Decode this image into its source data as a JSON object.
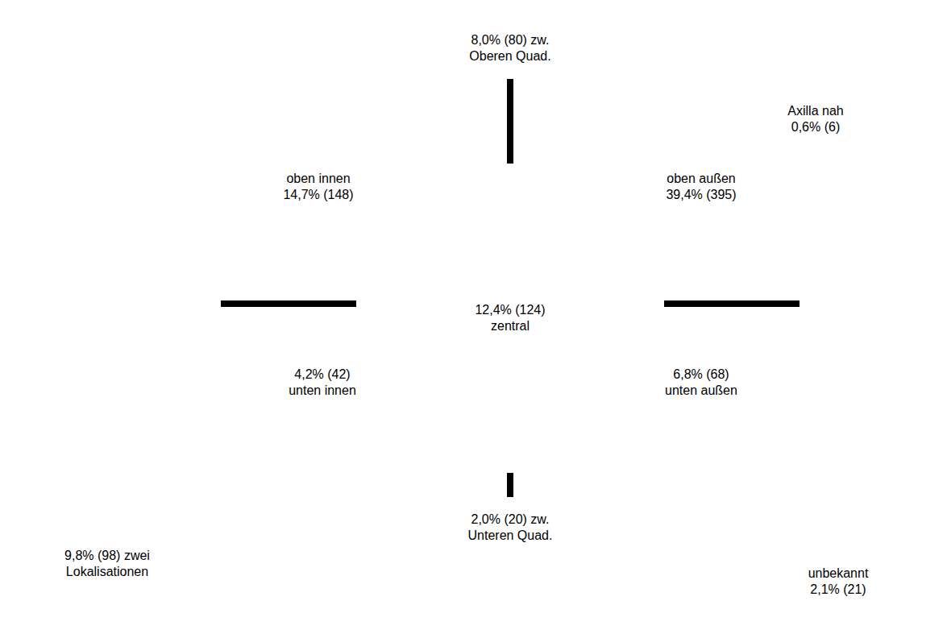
{
  "diagram": {
    "nodes": [
      {
        "text": [
          "oben innen 14,7% (148)",
          "oben außen 39,4% (395)",
          "4,2% (42) unten innen",
          "6,8% (68) unten außen"
        ]
      },
      {
        "text": [
          "8,0% (80) zw. Oberen Quad."
        ],
        "in": 0
      },
      {
        "text": [
          "Axilla nah 0,6% (6)"
        ]
      },
      {
        "text": [
          "12,4% (124) zentral"
        ],
        "in": 0
      },
      {
        "text": [
          "9,8% (98) zwei Lokalisationen"
        ]
      },
      {
        "text": [
          "2,0% (20) zw. Unteren Quad."
        ],
        "in": 0
      },
      {
        "text": [
          "unbekannt 2,1% (21)"
        ]
      }
    ],
    "edges": [
      {
        "from": 1,
        "to": 3,
        "arrow": "none"
      },
      {
        "from": 3,
        "to": 5,
        "arrow": "none"
      }
    ]
  }
}
